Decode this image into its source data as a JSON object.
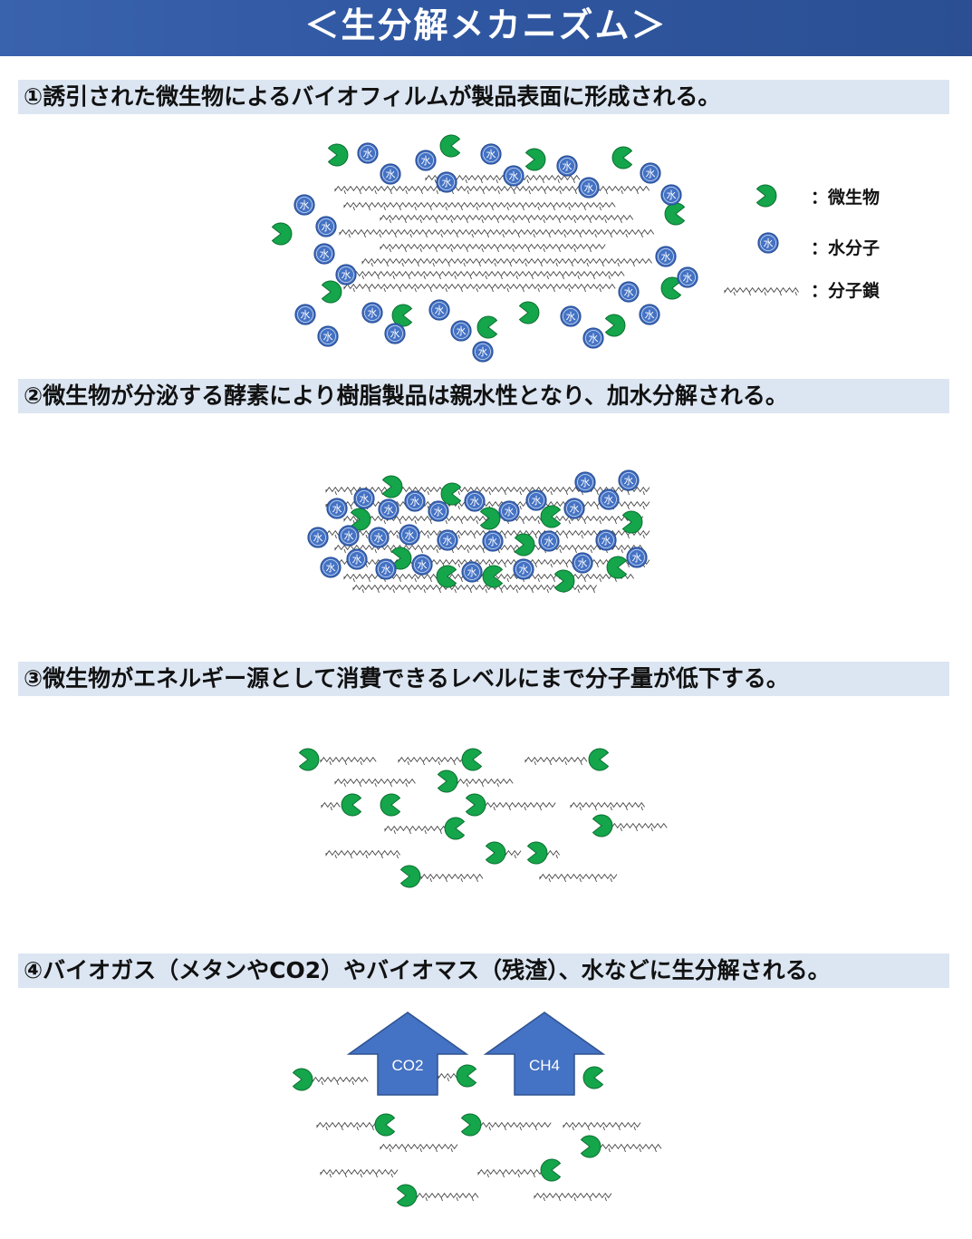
{
  "title": "＜生分解メカニズム＞",
  "steps": [
    "①誘引された微生物によるバイオフィルムが製品表面に形成される。",
    "②微生物が分泌する酵素により樹脂製品は親水性となり、加水分解される。",
    "③微生物がエネルギー源として消費できるレベルにまで分子量が低下する。",
    "④バイオガス（メタンやCO2）やバイオマス（残渣）、水などに生分解される。"
  ],
  "legend": {
    "microbe": "：微生物",
    "water": "：水分子",
    "chain": "：分子鎖"
  },
  "water_glyph": "水",
  "arrows": [
    "CO2",
    "CH4"
  ],
  "colors": {
    "header": "#2f56a0",
    "band": "#dce6f2",
    "microbe": "#15a54a",
    "water": "#4472c4",
    "arrow": "#4472c4"
  },
  "icons": [
    "microbe-icon",
    "water-molecule-icon",
    "molecular-chain-icon",
    "gas-arrow-icon"
  ]
}
